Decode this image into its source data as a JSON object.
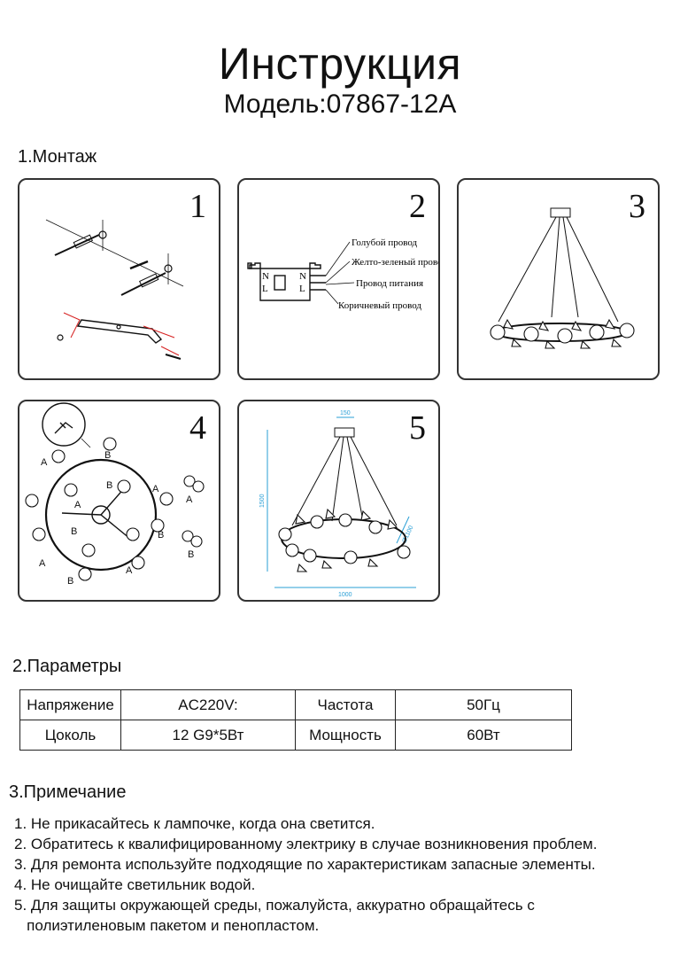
{
  "header": {
    "title": "Инструкция",
    "model": "Модель:07867-12A"
  },
  "mounting": {
    "section_title": "1.Монтаж",
    "panels": [
      {
        "number": "1"
      },
      {
        "number": "2",
        "labels": [
          "Голубой провод",
          "Желто-зеленый провод",
          "Провод питания",
          "Коричневый провод"
        ],
        "terminal_letters": [
          "N",
          "L",
          "N",
          "L"
        ]
      },
      {
        "number": "3"
      },
      {
        "number": "4",
        "letters": [
          "A",
          "B"
        ]
      },
      {
        "number": "5",
        "dimensions": [
          "150",
          "1500",
          "1000",
          "Ø1100"
        ]
      }
    ]
  },
  "parameters": {
    "section_title": "2.Параметры",
    "rows": [
      [
        "Напряжение",
        "AC220V:",
        "Частота",
        "50Гц"
      ],
      [
        "Цоколь",
        "12 G9*5Вт",
        "Мощность",
        "60Вт"
      ]
    ]
  },
  "notes": {
    "section_title": "3.Примечание",
    "lines": [
      "1. Не прикасайтесь к лампочке, когда она светится.",
      "2. Обратитесь к квалифицированному электрику в случае возникновения проблем.",
      "3. Для ремонта используйте подходящие по характеристикам запасные элементы.",
      "4. Не очищайте светильник водой.",
      "5. Для защиты окружающей среды, пожалуйста, аккуратно обращайтесь с",
      "   полиэтиленовым пакетом и пенопластом."
    ]
  },
  "colors": {
    "dimension_lines": "#2a9fd6",
    "arrows": "#d62020",
    "ink": "#111111"
  }
}
